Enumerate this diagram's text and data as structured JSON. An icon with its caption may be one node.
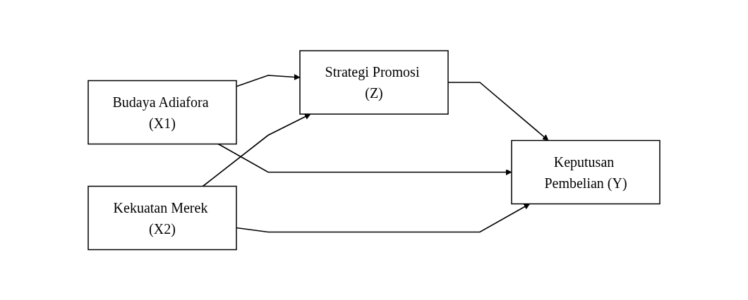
{
  "diagram": {
    "nodes": [
      {
        "text": [
          "Budaya Adiafora (X1)"
        ]
      },
      {
        "text": [
          "Strategi Promosi (Z)"
        ]
      },
      {
        "text": [
          "Keputusan Pembelian (Y)"
        ]
      },
      {
        "text": [
          "Kekuatan Merek (X2)"
        ]
      }
    ],
    "edges": [
      {
        "from": 0,
        "to": 1,
        "arrow": "to"
      },
      {
        "from": 3,
        "to": 1,
        "arrow": "to"
      },
      {
        "from": 1,
        "to": 2,
        "arrow": "to"
      },
      {
        "from": 0,
        "to": 2,
        "arrow": "to"
      },
      {
        "from": 3,
        "to": 2,
        "arrow": "to"
      }
    ]
  }
}
